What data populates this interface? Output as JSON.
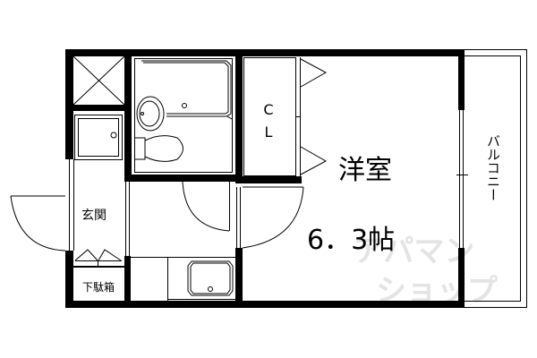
{
  "floorplan": {
    "rooms": {
      "western_room": {
        "label": "洋室",
        "size": "6．3帖"
      },
      "closet": {
        "label_line1": "C",
        "label_line2": "L"
      },
      "entrance": {
        "label": "玄関"
      },
      "shoe_box": {
        "label": "下駄箱"
      },
      "balcony": {
        "label": "バルコニー"
      }
    },
    "watermark": {
      "line1": "アパマン",
      "line2": "ショップ"
    },
    "colors": {
      "wall": "#000000",
      "background": "#ffffff",
      "watermark": "#e4e4e4"
    }
  }
}
